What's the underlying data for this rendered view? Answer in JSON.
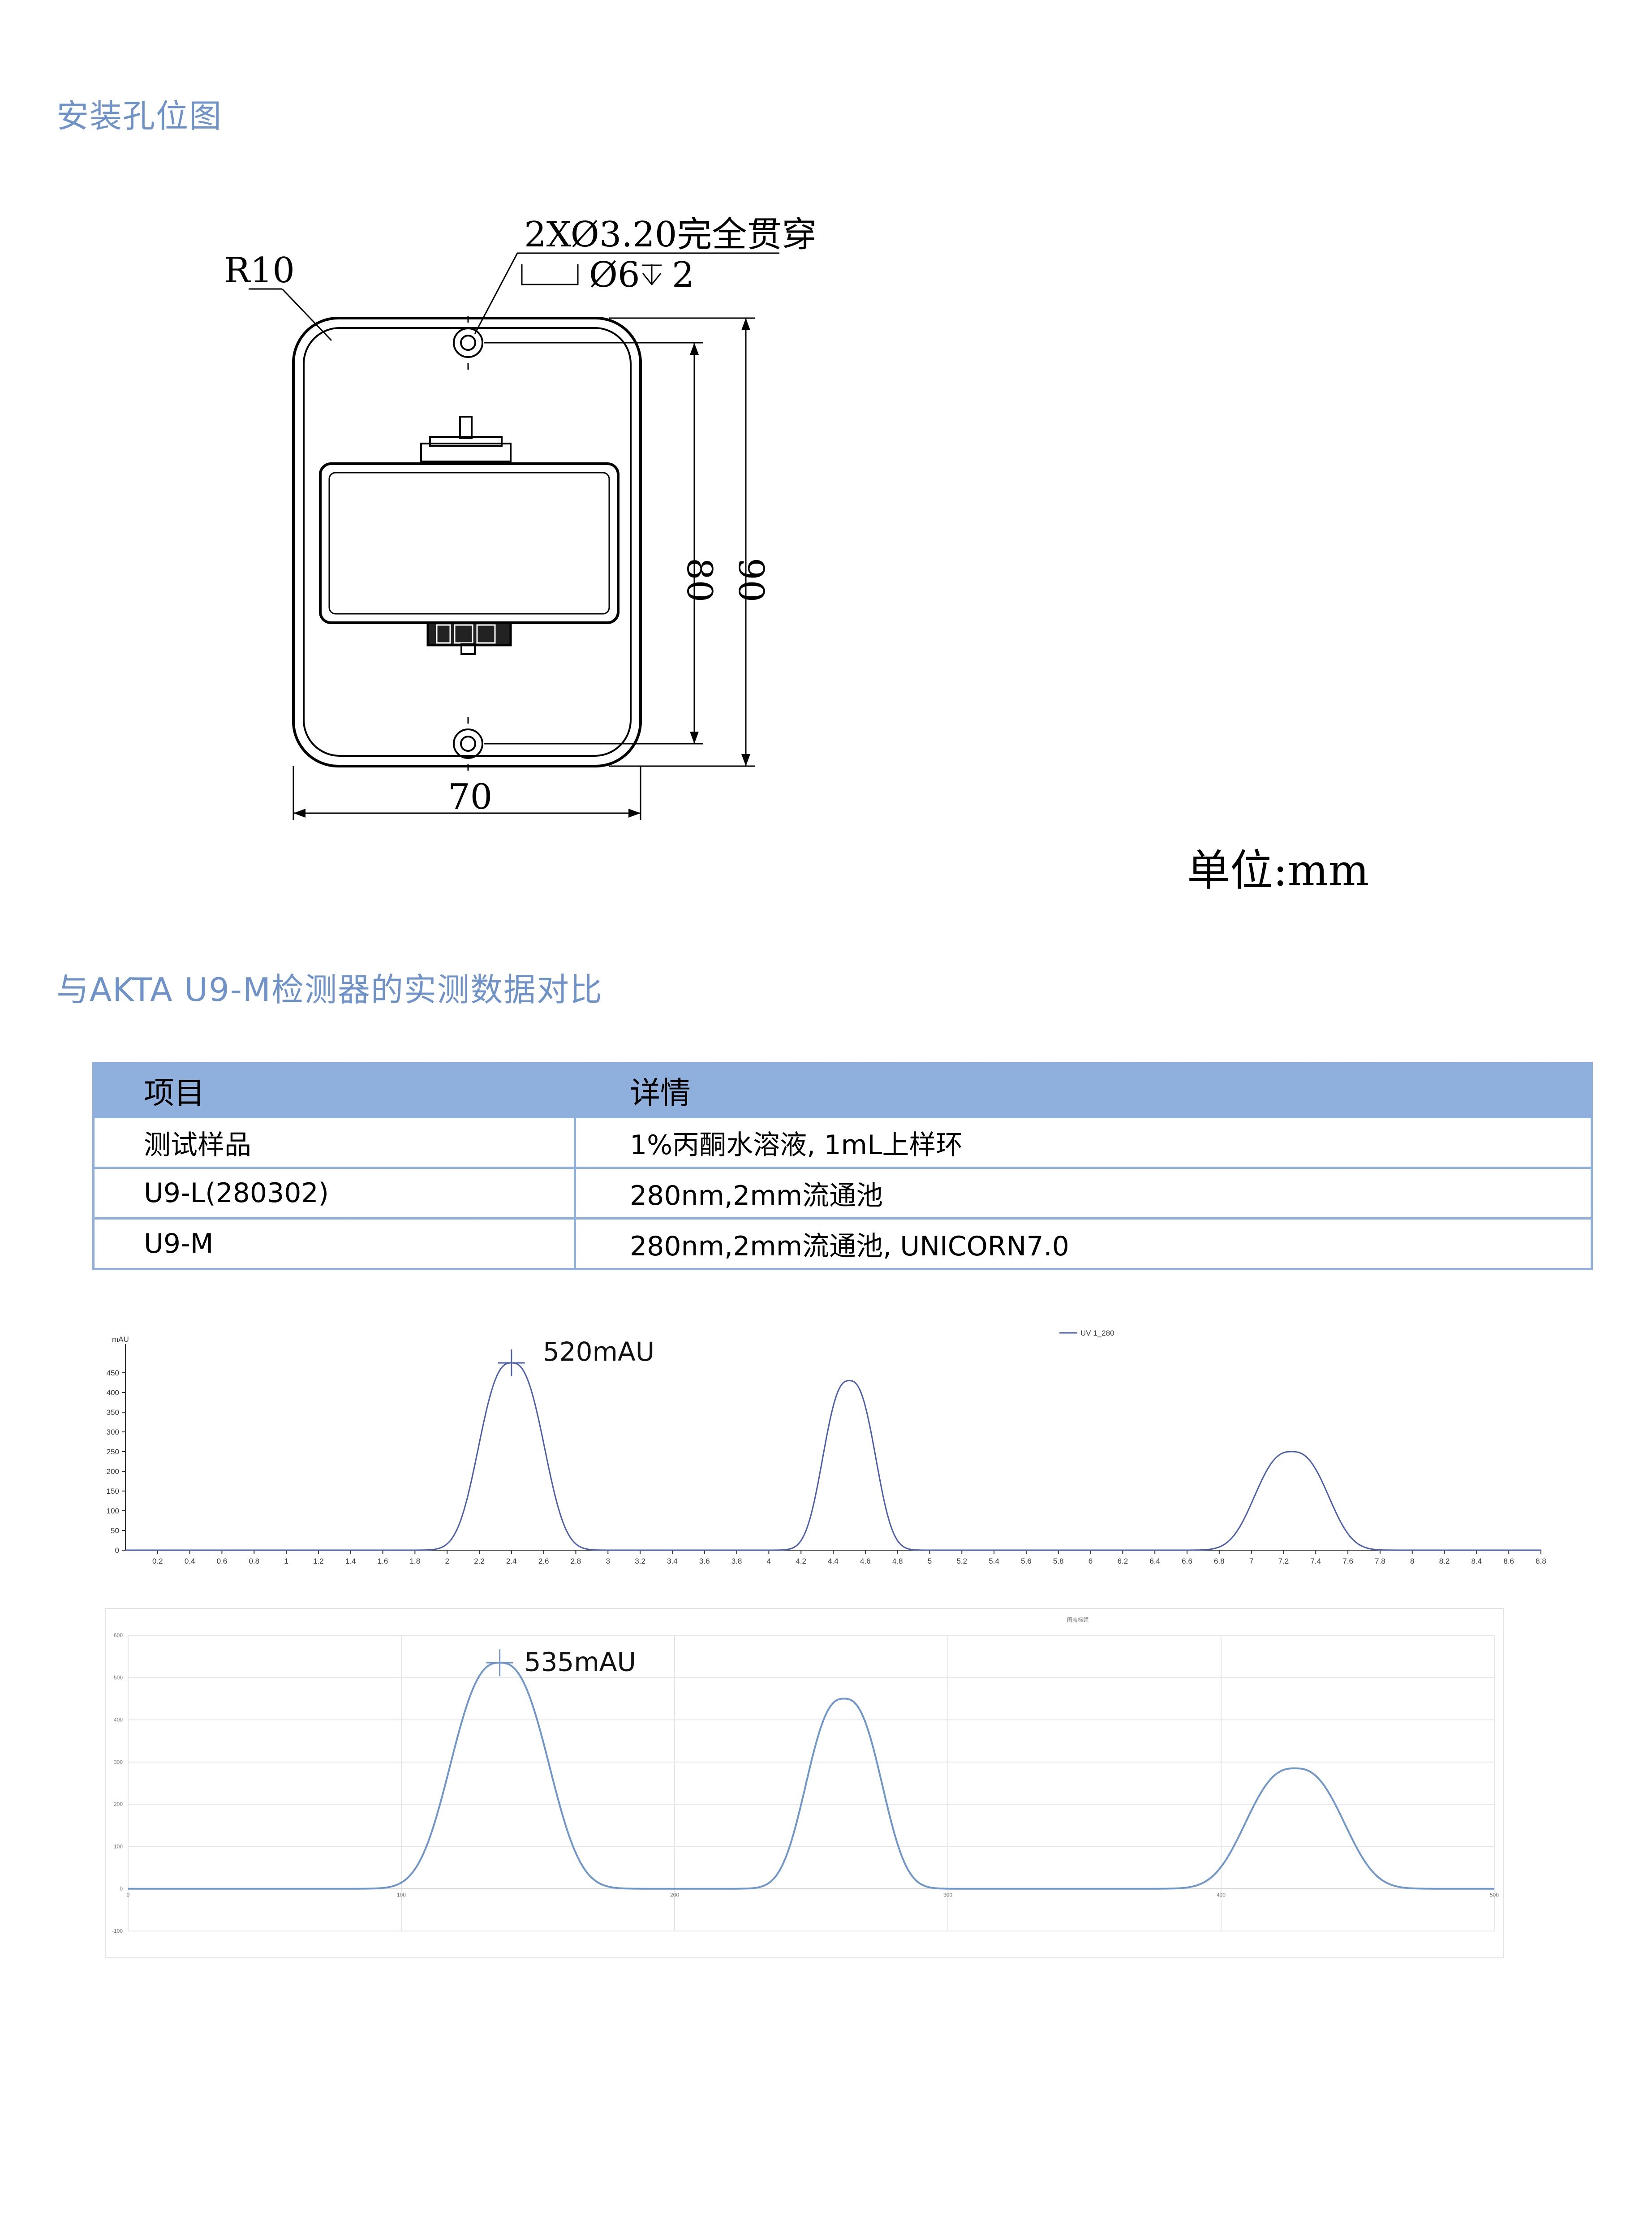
{
  "sections": {
    "mount_title": "安装孔位图",
    "compare_title": "与AKTA U9-M检测器的实测数据对比"
  },
  "drawing": {
    "corner_radius_label": "R10",
    "hole_spec_line1": "2XØ3.20完全贯穿",
    "hole_spec_line2": "Ø6",
    "hole_spec_depth": "2",
    "dim_width": "70",
    "dim_hole_spacing": "80",
    "dim_height": "90",
    "unit": "单位:mm"
  },
  "table": {
    "header": {
      "item": "项目",
      "detail": "详情"
    },
    "rows": [
      {
        "item": "测试样品",
        "detail": "1%丙酮水溶液, 1mL上样环"
      },
      {
        "item": "U9-L(280302)",
        "detail": "280nm,2mm流通池"
      },
      {
        "item": "U9-M",
        "detail": "280nm,2mm流通池, UNICORN7.0"
      }
    ]
  },
  "chart_data": [
    {
      "type": "line",
      "ylabel": "mAU",
      "legend": "UV 1_280",
      "legend_position": "top-right",
      "xlim": [
        0,
        8.8
      ],
      "ylim": [
        0,
        500
      ],
      "x_ticks": [
        "0.2",
        "0.4",
        "0.6",
        "0.8",
        "1",
        "1.2",
        "1.4",
        "1.6",
        "1.8",
        "2",
        "2.2",
        "2.4",
        "2.6",
        "2.8",
        "3",
        "3.2",
        "3.4",
        "3.6",
        "3.8",
        "4",
        "4.2",
        "4.4",
        "4.6",
        "4.8",
        "5",
        "5.2",
        "5.4",
        "5.6",
        "5.8",
        "6",
        "6.2",
        "6.4",
        "6.6",
        "6.8",
        "7",
        "7.2",
        "7.4",
        "7.6",
        "7.8",
        "8",
        "8.2",
        "8.4",
        "8.6",
        "8.8"
      ],
      "y_ticks": [
        "0",
        "50",
        "100",
        "150",
        "200",
        "250",
        "300",
        "350",
        "400",
        "450"
      ],
      "series": [
        {
          "peaks": [
            {
              "x": 2.4,
              "y": 475
            },
            {
              "x": 4.5,
              "y": 430
            },
            {
              "x": 7.25,
              "y": 250
            }
          ]
        }
      ],
      "annotation": "520mAU",
      "grid": false,
      "color": "#4d5fa8"
    },
    {
      "type": "line",
      "title": "图表标题",
      "xlim": [
        0,
        500
      ],
      "ylim": [
        -100,
        600
      ],
      "x_ticks": [
        "0",
        "100",
        "200",
        "300",
        "400",
        "500"
      ],
      "y_ticks": [
        "-100",
        "0",
        "100",
        "200",
        "300",
        "400",
        "500",
        "600"
      ],
      "series": [
        {
          "peaks": [
            {
              "x": 136,
              "y": 535
            },
            {
              "x": 262,
              "y": 450
            },
            {
              "x": 427,
              "y": 285
            }
          ]
        }
      ],
      "annotation": "535mAU",
      "grid": true,
      "color": "#7196c9"
    }
  ]
}
